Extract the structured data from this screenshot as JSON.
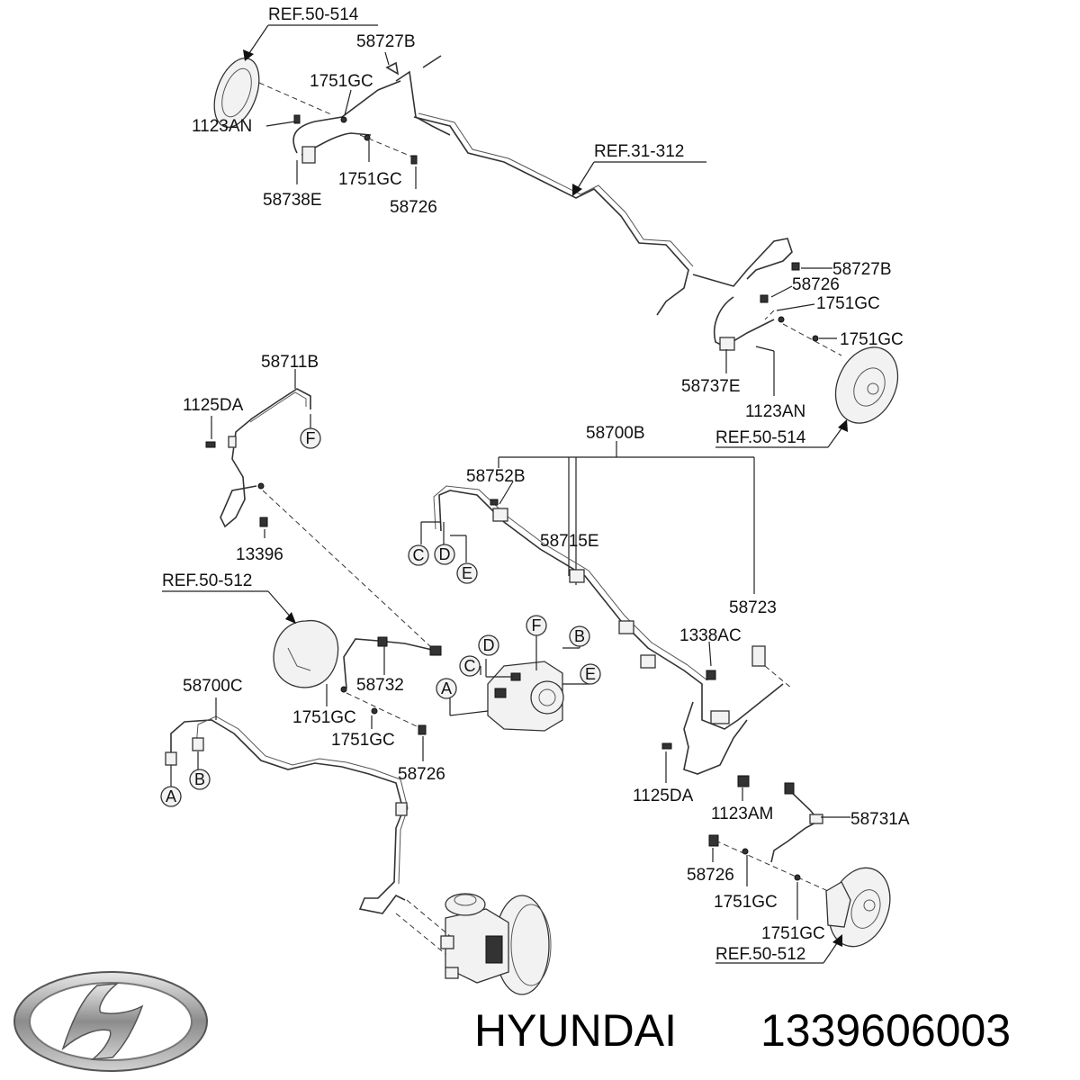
{
  "diagram": {
    "labels": [
      {
        "text": "REF.50-514"
      },
      {
        "text": "58727B"
      },
      {
        "text": "1751GC"
      },
      {
        "text": "1123AN"
      },
      {
        "text": "1751GC"
      },
      {
        "text": "58738E"
      },
      {
        "text": "58726"
      },
      {
        "text": "REF.31-312"
      },
      {
        "text": "58727B"
      },
      {
        "text": "58726"
      },
      {
        "text": "1751GC"
      },
      {
        "text": "1751GC"
      },
      {
        "text": "58737E"
      },
      {
        "text": "1123AN"
      },
      {
        "text": "REF.50-514"
      },
      {
        "text": "58711B"
      },
      {
        "text": "1125DA"
      },
      {
        "text": "13396"
      },
      {
        "text": "58700B"
      },
      {
        "text": "58752B"
      },
      {
        "text": "58715E"
      },
      {
        "text": "58723"
      },
      {
        "text": "1338AC"
      },
      {
        "text": "REF.50-512"
      },
      {
        "text": "58732"
      },
      {
        "text": "1751GC"
      },
      {
        "text": "1751GC"
      },
      {
        "text": "58726"
      },
      {
        "text": "58700C"
      },
      {
        "text": "1125DA"
      },
      {
        "text": "1123AM"
      },
      {
        "text": "58731A"
      },
      {
        "text": "58726"
      },
      {
        "text": "1751GC"
      },
      {
        "text": "1751GC"
      },
      {
        "text": "REF.50-512"
      }
    ],
    "circles": [
      {
        "text": "F"
      },
      {
        "text": "C"
      },
      {
        "text": "D"
      },
      {
        "text": "E"
      },
      {
        "text": "F"
      },
      {
        "text": "D"
      },
      {
        "text": "B"
      },
      {
        "text": "C"
      },
      {
        "text": "A"
      },
      {
        "text": "E"
      },
      {
        "text": "A"
      },
      {
        "text": "B"
      }
    ]
  },
  "footer": {
    "brand": "HYUNDAI",
    "part_number": "1339606003",
    "logo_icon": "hyundai-logo-icon"
  }
}
